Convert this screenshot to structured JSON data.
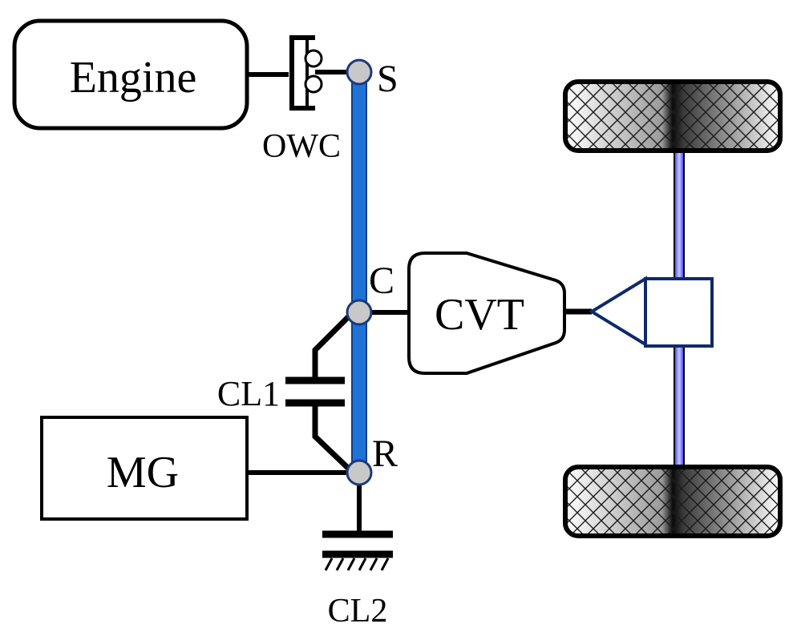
{
  "blocks": {
    "engine": "Engine",
    "mg": "MG",
    "cvt": "CVT"
  },
  "nodes": {
    "sun": "S",
    "carrier": "C",
    "ring": "R"
  },
  "components": {
    "owc": "OWC",
    "cl1": "CL1",
    "cl2": "CL2"
  },
  "colors": {
    "lever": "#1f72d6",
    "lever_edge": "#0d3f86",
    "node_fill": "#c8c8c8",
    "node_edge": "#1b3a7a",
    "shaft": "#000000",
    "axle": "#8080ff",
    "differential_edge": "#0f2a6b"
  },
  "icons": {
    "wheel": "tire-crosshatch-icon",
    "ground": "ground-hatch-icon"
  }
}
